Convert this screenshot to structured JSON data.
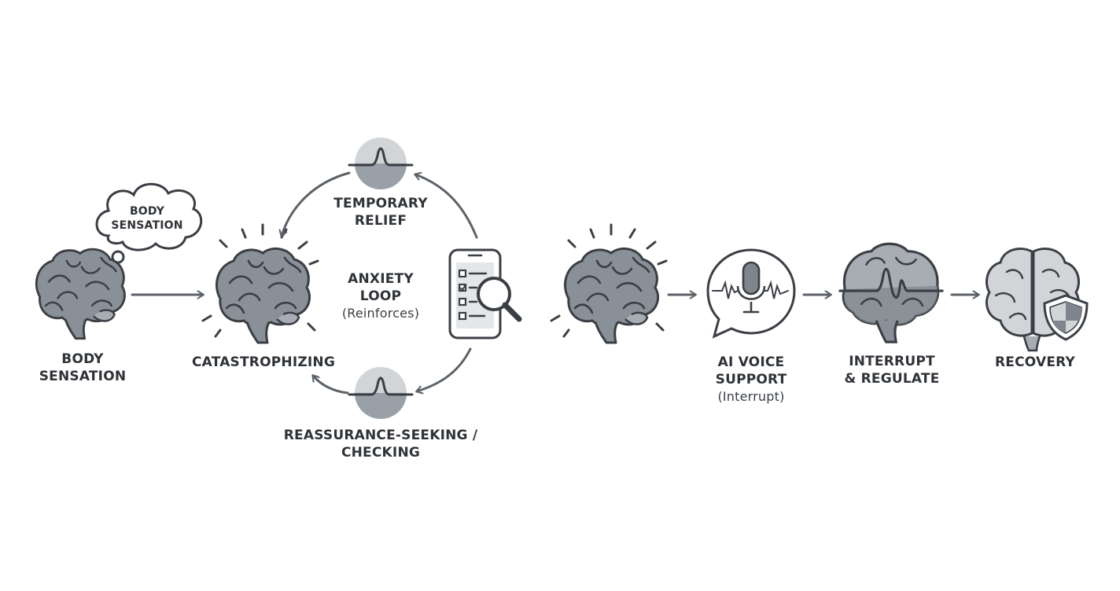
{
  "colors": {
    "stroke": "#3b3f45",
    "fill_dark": "#7f858c",
    "fill_mid": "#a7adb3",
    "fill_light": "#d2d5d8",
    "arrow": "#5c6268"
  },
  "nodes": {
    "thought_bubble": {
      "line1": "BODY",
      "line2": "SENSATION",
      "icon": "thought-bubble-icon"
    },
    "body_sensation": {
      "line1": "BODY",
      "line2": "SENSATION",
      "icon": "brain-icon"
    },
    "catastrophizing": {
      "label": "CATASTROPHIZING",
      "icon": "brain-alert-icon"
    },
    "temporary_relief": {
      "line1": "TEMPORARY",
      "line2": "RELIEF",
      "icon": "pulse-icon"
    },
    "anxiety_loop": {
      "line1": "ANXIETY",
      "line2": "LOOP",
      "line3": "(Reinforces)"
    },
    "phone_checking": {
      "icon": "phone-search-icon"
    },
    "reassurance": {
      "line1": "REASSURANCE-SEEKING /",
      "line2": "CHECKING",
      "icon": "pulse-icon"
    },
    "brain_alert_2": {
      "icon": "brain-alert-icon"
    },
    "ai_voice": {
      "line1": "AI VOICE",
      "line2": "SUPPORT",
      "line3": "(Interrupt)",
      "icon": "microphone-bubble-icon"
    },
    "interrupt": {
      "line1": "INTERRUPT",
      "line2": "& REGULATE",
      "icon": "brain-pulse-icon"
    },
    "recovery": {
      "label": "RECOVERY",
      "icon": "brain-shield-icon"
    }
  }
}
